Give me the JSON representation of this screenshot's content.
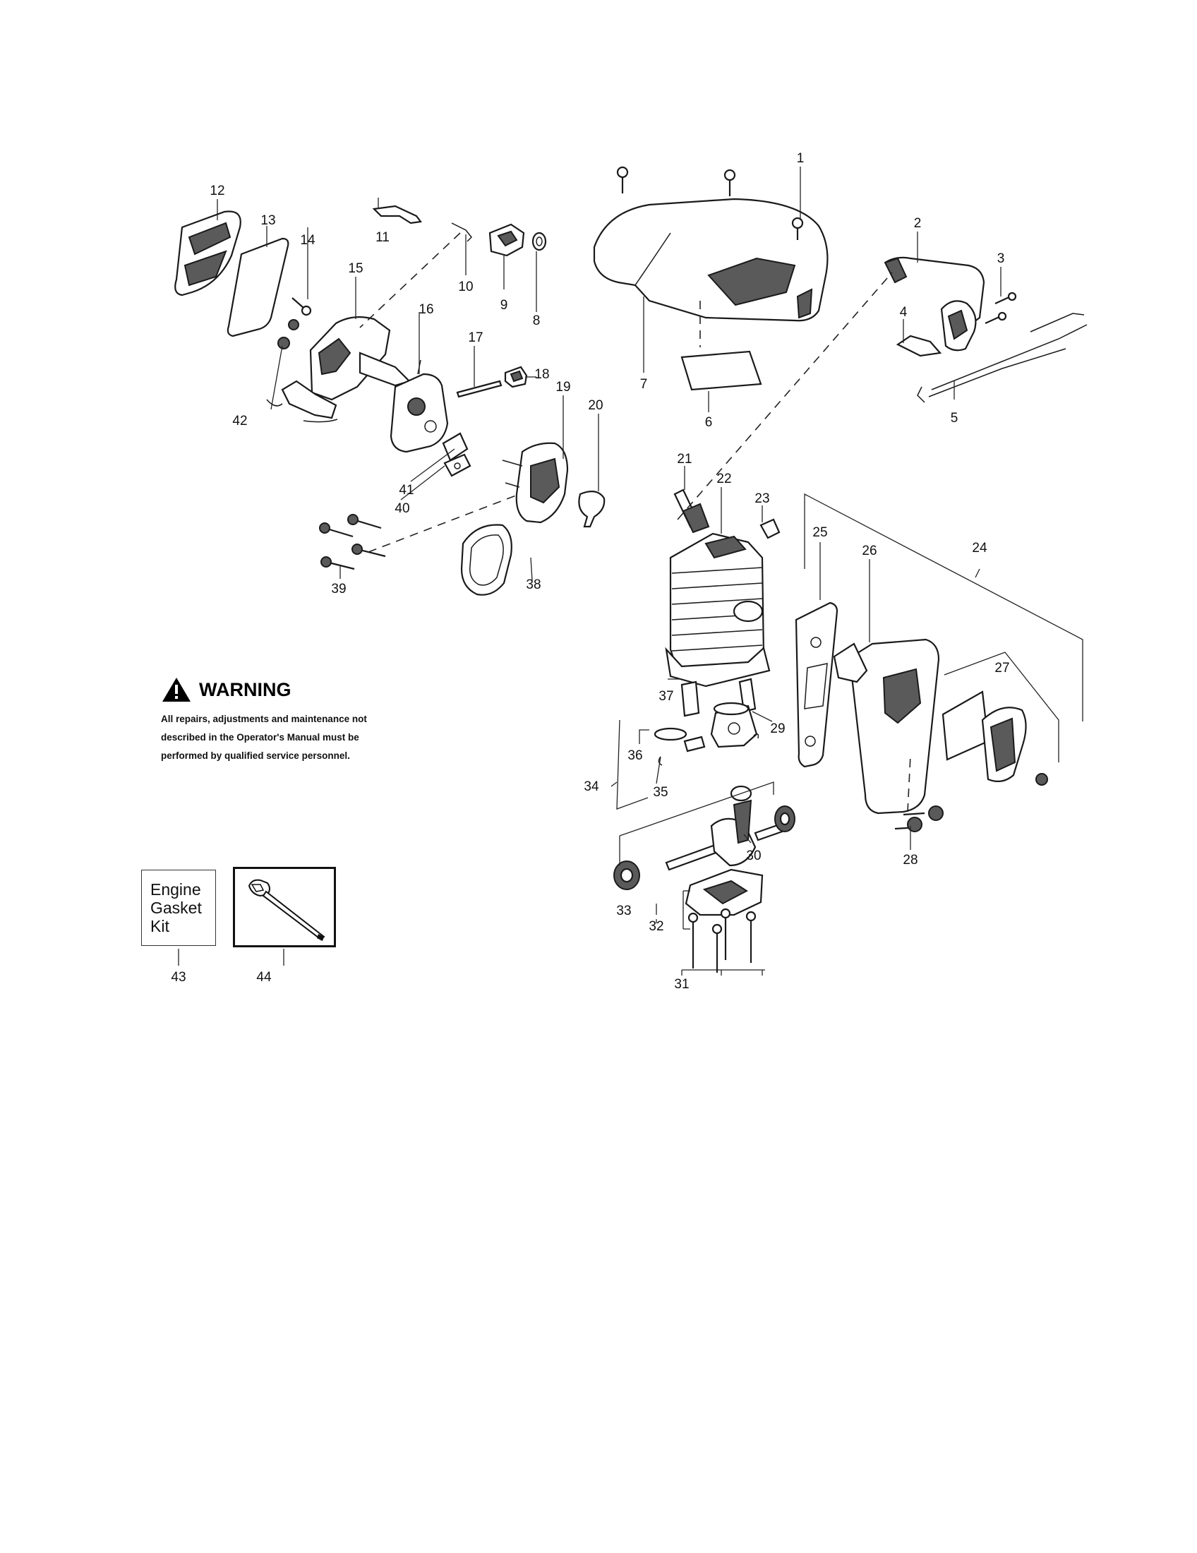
{
  "warning": {
    "title": "WARNING",
    "lines": [
      "All repairs, adjustments and maintenance not",
      "described in the Operator's Manual must be",
      "performed by qualified  service personnel."
    ]
  },
  "kit": {
    "lines": [
      "Engine",
      "Gasket",
      "Kit"
    ]
  },
  "callouts": {
    "c1": "1",
    "c2": "2",
    "c3": "3",
    "c4": "4",
    "c5": "5",
    "c6": "6",
    "c7": "7",
    "c8": "8",
    "c9": "9",
    "c10": "10",
    "c11": "11",
    "c12": "12",
    "c13": "13",
    "c14": "14",
    "c15": "15",
    "c16": "16",
    "c17": "17",
    "c18": "18",
    "c19": "19",
    "c20": "20",
    "c21": "21",
    "c22": "22",
    "c23": "23",
    "c24": "24",
    "c25": "25",
    "c26": "26",
    "c27": "27",
    "c28": "28",
    "c29": "29",
    "c30": "30",
    "c31": "31",
    "c32": "32",
    "c33": "33",
    "c34": "34",
    "c35": "35",
    "c36": "36",
    "c37": "37",
    "c38": "38",
    "c39": "39",
    "c40": "40",
    "c41": "41",
    "c42": "42",
    "c43": "43",
    "c44": "44"
  }
}
